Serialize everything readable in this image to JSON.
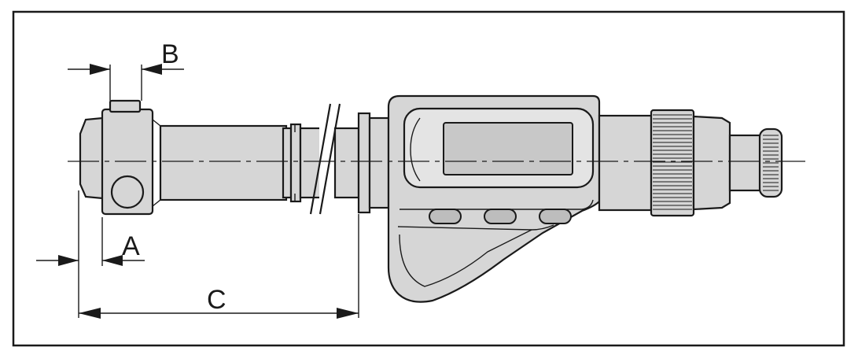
{
  "figure": {
    "labels": {
      "a": "A",
      "b": "B",
      "c": "C"
    },
    "colors": {
      "line": "#1a1a1a",
      "body_fill": "#d6d6d6",
      "background": "#ffffff"
    }
  }
}
